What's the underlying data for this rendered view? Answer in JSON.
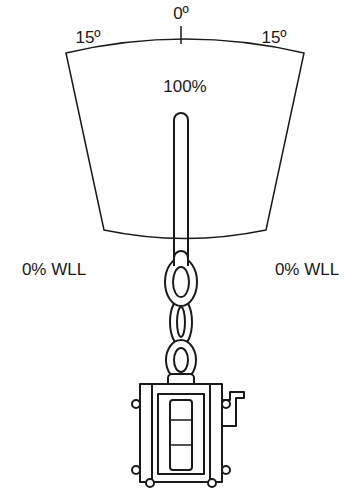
{
  "diagram": {
    "nodes": [
      {
        "text": [
          "100%"
        ]
      }
    ],
    "labels": [
      "0º",
      "15º",
      "15º",
      "0% WLL",
      "0% WLL"
    ]
  }
}
